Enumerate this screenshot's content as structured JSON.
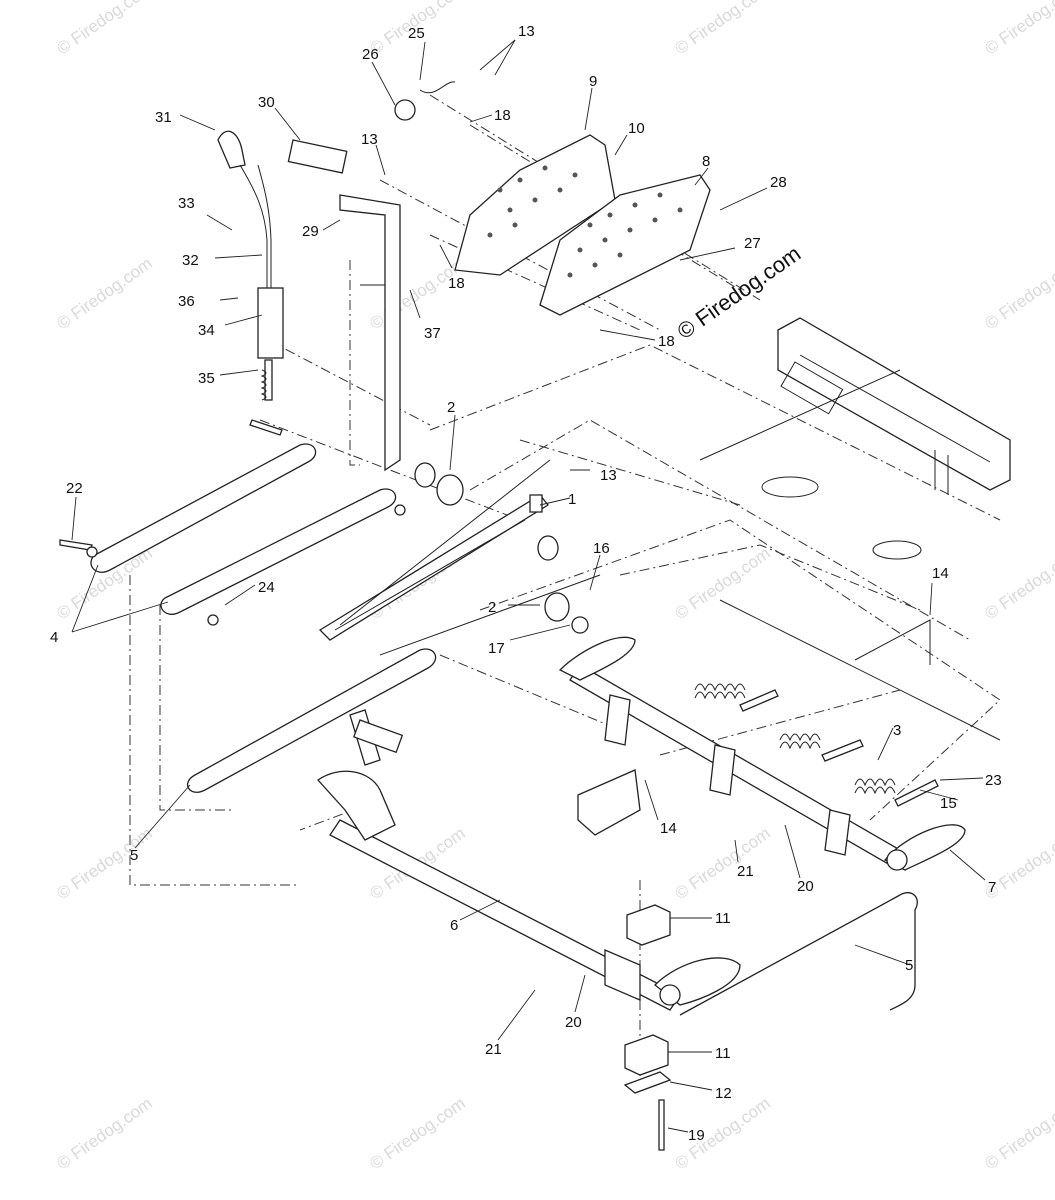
{
  "watermark": {
    "text": "© Firedog.com",
    "main_text": "© Firedog.com"
  },
  "callouts": [
    {
      "id": "c1",
      "label": "1"
    },
    {
      "id": "c2a",
      "label": "2"
    },
    {
      "id": "c2b",
      "label": "2"
    },
    {
      "id": "c3",
      "label": "3"
    },
    {
      "id": "c4",
      "label": "4"
    },
    {
      "id": "c5a",
      "label": "5"
    },
    {
      "id": "c5b",
      "label": "5"
    },
    {
      "id": "c6",
      "label": "6"
    },
    {
      "id": "c7",
      "label": "7"
    },
    {
      "id": "c8",
      "label": "8"
    },
    {
      "id": "c9",
      "label": "9"
    },
    {
      "id": "c10",
      "label": "10"
    },
    {
      "id": "c11a",
      "label": "11"
    },
    {
      "id": "c11b",
      "label": "11"
    },
    {
      "id": "c12",
      "label": "12"
    },
    {
      "id": "c13a",
      "label": "13"
    },
    {
      "id": "c13b",
      "label": "13"
    },
    {
      "id": "c13c",
      "label": "13"
    },
    {
      "id": "c14a",
      "label": "14"
    },
    {
      "id": "c14b",
      "label": "14"
    },
    {
      "id": "c15",
      "label": "15"
    },
    {
      "id": "c16",
      "label": "16"
    },
    {
      "id": "c17",
      "label": "17"
    },
    {
      "id": "c18a",
      "label": "18"
    },
    {
      "id": "c18b",
      "label": "18"
    },
    {
      "id": "c18c",
      "label": "18"
    },
    {
      "id": "c19",
      "label": "19"
    },
    {
      "id": "c20a",
      "label": "20"
    },
    {
      "id": "c20b",
      "label": "20"
    },
    {
      "id": "c21a",
      "label": "21"
    },
    {
      "id": "c21b",
      "label": "21"
    },
    {
      "id": "c22",
      "label": "22"
    },
    {
      "id": "c23",
      "label": "23"
    },
    {
      "id": "c24",
      "label": "24"
    },
    {
      "id": "c25",
      "label": "25"
    },
    {
      "id": "c26",
      "label": "26"
    },
    {
      "id": "c27",
      "label": "27"
    },
    {
      "id": "c28",
      "label": "28"
    },
    {
      "id": "c29",
      "label": "29"
    },
    {
      "id": "c30",
      "label": "30"
    },
    {
      "id": "c31",
      "label": "31"
    },
    {
      "id": "c32",
      "label": "32"
    },
    {
      "id": "c33",
      "label": "33"
    },
    {
      "id": "c34",
      "label": "34"
    },
    {
      "id": "c35",
      "label": "35"
    },
    {
      "id": "c36",
      "label": "36"
    },
    {
      "id": "c37",
      "label": "37"
    }
  ]
}
